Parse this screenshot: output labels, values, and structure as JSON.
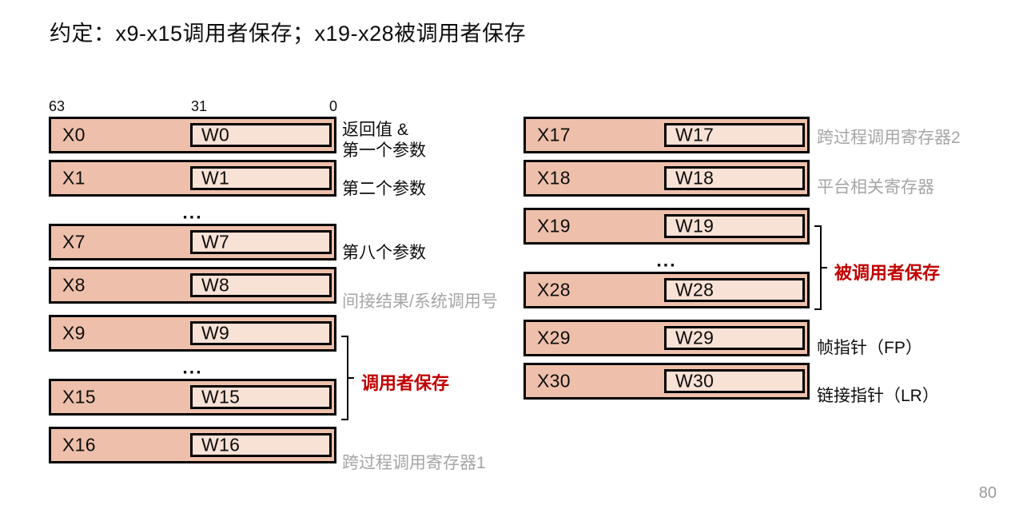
{
  "slide": {
    "title": "约定：x9-x15调用者保存；x19-x28被调用者保存",
    "page_number": "80",
    "colors": {
      "register_outer": "#eec0ab",
      "register_inner": "#f8e1d5",
      "annotation_red": "#c00000",
      "muted_text": "#a6a6a6",
      "border": "#000000"
    }
  },
  "bit_ruler": {
    "high": "63",
    "mid": "31",
    "low": "0"
  },
  "left_column": {
    "rows": [
      {
        "x": "X0",
        "w": "W0",
        "desc": "返回值 &\n第一个参数",
        "desc_style": "normal"
      },
      {
        "x": "X1",
        "w": "W1",
        "desc": "第二个参数",
        "desc_style": "normal"
      },
      {
        "ellipsis": "..."
      },
      {
        "x": "X7",
        "w": "W7",
        "desc": "第八个参数",
        "desc_style": "normal"
      },
      {
        "x": "X8",
        "w": "W8",
        "desc": "间接结果/系统调用号",
        "desc_style": "muted"
      },
      {
        "x": "X9",
        "w": "W9",
        "desc": "",
        "desc_style": "normal"
      },
      {
        "ellipsis": "..."
      },
      {
        "x": "X15",
        "w": "W15",
        "desc": "",
        "desc_style": "normal"
      },
      {
        "x": "X16",
        "w": "W16",
        "desc": "跨过程调用寄存器1",
        "desc_style": "muted"
      }
    ],
    "bracket_note": "调用者保存"
  },
  "right_column": {
    "rows": [
      {
        "x": "X17",
        "w": "W17",
        "desc": "跨过程调用寄存器2",
        "desc_style": "muted"
      },
      {
        "x": "X18",
        "w": "W18",
        "desc": "平台相关寄存器",
        "desc_style": "muted"
      },
      {
        "x": "X19",
        "w": "W19",
        "desc": "",
        "desc_style": "normal"
      },
      {
        "ellipsis": "..."
      },
      {
        "x": "X28",
        "w": "W28",
        "desc": "",
        "desc_style": "normal"
      },
      {
        "x": "X29",
        "w": "W29",
        "desc": "帧指针（FP）",
        "desc_style": "normal"
      },
      {
        "x": "X30",
        "w": "W30",
        "desc": "链接指针（LR）",
        "desc_style": "normal"
      }
    ],
    "bracket_note": "被调用者保存"
  },
  "descriptions": {
    "x0_line1": "返回值 &",
    "x0_line2": "第一个参数",
    "x1": "第二个参数",
    "x7": "第八个参数",
    "x8": "间接结果/系统调用号",
    "x16": "跨过程调用寄存器1",
    "x17": "跨过程调用寄存器2",
    "x18": "平台相关寄存器",
    "x29": "帧指针（FP）",
    "x30": "链接指针（LR）",
    "caller_saved": "调用者保存",
    "callee_saved": "被调用者保存"
  }
}
